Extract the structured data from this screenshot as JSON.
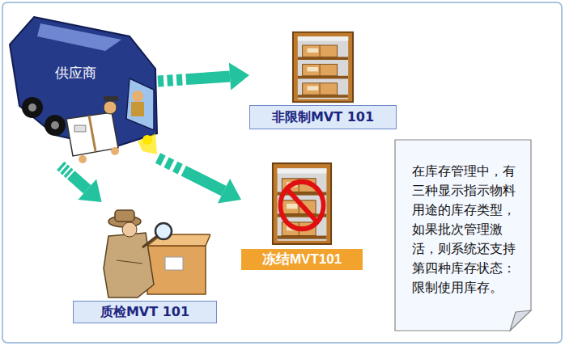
{
  "diagram": {
    "nodes": [
      {
        "text": [
          "供应商"
        ]
      },
      {
        "text": [
          "非限制MVT 101"
        ]
      },
      {
        "text": [
          "冻结MVT101"
        ]
      },
      {
        "text": [
          "质检MVT 101"
        ]
      },
      {
        "text": [
          "在库存管理中，有三种显示指示物料用途的库存类型，如果批次管理激活，则系统还支持第四种库存状态：限制使用库存。"
        ]
      }
    ],
    "edges": [
      {
        "from": 0,
        "to": 1,
        "arrow": "to"
      },
      {
        "from": 0,
        "to": 2,
        "arrow": "to"
      },
      {
        "from": 0,
        "to": 3,
        "arrow": "to"
      }
    ]
  }
}
